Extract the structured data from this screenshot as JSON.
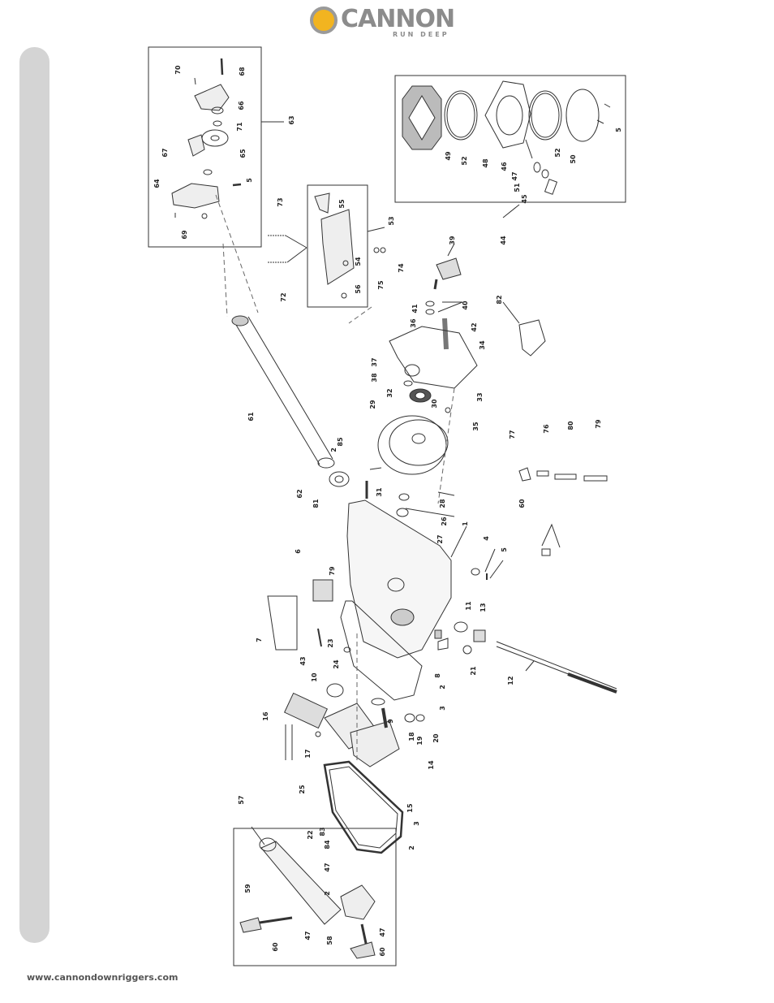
{
  "brand": {
    "name": "CANNON",
    "tagline": "RUN DEEP"
  },
  "footer": {
    "url": "www.cannondownriggers.com"
  },
  "part_labels": [
    {
      "id": "p70",
      "text": "70"
    },
    {
      "id": "p68",
      "text": "68"
    },
    {
      "id": "p66",
      "text": "66"
    },
    {
      "id": "p71",
      "text": "71"
    },
    {
      "id": "p63",
      "text": "63"
    },
    {
      "id": "p67",
      "text": "67"
    },
    {
      "id": "p65",
      "text": "65"
    },
    {
      "id": "p64",
      "text": "64"
    },
    {
      "id": "p5a",
      "text": "5"
    },
    {
      "id": "p69",
      "text": "69"
    },
    {
      "id": "p49",
      "text": "49"
    },
    {
      "id": "p52a",
      "text": "52"
    },
    {
      "id": "p48",
      "text": "48"
    },
    {
      "id": "p46",
      "text": "46"
    },
    {
      "id": "p47a",
      "text": "47"
    },
    {
      "id": "p51",
      "text": "51"
    },
    {
      "id": "p45",
      "text": "45"
    },
    {
      "id": "p52b",
      "text": "52"
    },
    {
      "id": "p50",
      "text": "50"
    },
    {
      "id": "p5b",
      "text": "5"
    },
    {
      "id": "p44",
      "text": "44"
    },
    {
      "id": "p73",
      "text": "73"
    },
    {
      "id": "p55",
      "text": "55"
    },
    {
      "id": "p53",
      "text": "53"
    },
    {
      "id": "p72",
      "text": "72"
    },
    {
      "id": "p54",
      "text": "54"
    },
    {
      "id": "p75",
      "text": "75"
    },
    {
      "id": "p74",
      "text": "74"
    },
    {
      "id": "p56",
      "text": "56"
    },
    {
      "id": "p39",
      "text": "39"
    },
    {
      "id": "p82",
      "text": "82"
    },
    {
      "id": "p41",
      "text": "41"
    },
    {
      "id": "p40",
      "text": "40"
    },
    {
      "id": "p36",
      "text": "36"
    },
    {
      "id": "p42",
      "text": "42"
    },
    {
      "id": "p34",
      "text": "34"
    },
    {
      "id": "p37",
      "text": "37"
    },
    {
      "id": "p38",
      "text": "38"
    },
    {
      "id": "p33",
      "text": "33"
    },
    {
      "id": "p32",
      "text": "32"
    },
    {
      "id": "p29",
      "text": "29"
    },
    {
      "id": "p30",
      "text": "30"
    },
    {
      "id": "p35",
      "text": "35"
    },
    {
      "id": "p61",
      "text": "61"
    },
    {
      "id": "p85",
      "text": "85"
    },
    {
      "id": "p2a",
      "text": "2"
    },
    {
      "id": "p62",
      "text": "62"
    },
    {
      "id": "p81",
      "text": "81"
    },
    {
      "id": "p31",
      "text": "31"
    },
    {
      "id": "p28",
      "text": "28"
    },
    {
      "id": "p26",
      "text": "26"
    },
    {
      "id": "p27",
      "text": "27"
    },
    {
      "id": "p1",
      "text": "1"
    },
    {
      "id": "p77",
      "text": "77"
    },
    {
      "id": "p76",
      "text": "76"
    },
    {
      "id": "p80",
      "text": "80"
    },
    {
      "id": "p79a",
      "text": "79"
    },
    {
      "id": "p60a",
      "text": "60"
    },
    {
      "id": "p4",
      "text": "4"
    },
    {
      "id": "p5c",
      "text": "5"
    },
    {
      "id": "p6",
      "text": "6"
    },
    {
      "id": "p79b",
      "text": "79"
    },
    {
      "id": "p7",
      "text": "7"
    },
    {
      "id": "p43",
      "text": "43"
    },
    {
      "id": "p23",
      "text": "23"
    },
    {
      "id": "p24",
      "text": "24"
    },
    {
      "id": "p11",
      "text": "11"
    },
    {
      "id": "p13",
      "text": "13"
    },
    {
      "id": "p8",
      "text": "8"
    },
    {
      "id": "p21",
      "text": "21"
    },
    {
      "id": "p12",
      "text": "12"
    },
    {
      "id": "p2b",
      "text": "2"
    },
    {
      "id": "p3a",
      "text": "3"
    },
    {
      "id": "p10",
      "text": "10"
    },
    {
      "id": "p9",
      "text": "9"
    },
    {
      "id": "p18",
      "text": "18"
    },
    {
      "id": "p19",
      "text": "19"
    },
    {
      "id": "p20",
      "text": "20"
    },
    {
      "id": "p16",
      "text": "16"
    },
    {
      "id": "p17",
      "text": "17"
    },
    {
      "id": "p14",
      "text": "14"
    },
    {
      "id": "p25",
      "text": "25"
    },
    {
      "id": "p15",
      "text": "15"
    },
    {
      "id": "p57",
      "text": "57"
    },
    {
      "id": "p22",
      "text": "22"
    },
    {
      "id": "p83",
      "text": "83"
    },
    {
      "id": "p84",
      "text": "84"
    },
    {
      "id": "p3b",
      "text": "3"
    },
    {
      "id": "p2c",
      "text": "2"
    },
    {
      "id": "p47b",
      "text": "47"
    },
    {
      "id": "p59",
      "text": "59"
    },
    {
      "id": "p2d",
      "text": "2"
    },
    {
      "id": "p60b",
      "text": "60"
    },
    {
      "id": "p47c",
      "text": "47"
    },
    {
      "id": "p58",
      "text": "58"
    },
    {
      "id": "p47d",
      "text": "47"
    },
    {
      "id": "p60c",
      "text": "60"
    }
  ]
}
